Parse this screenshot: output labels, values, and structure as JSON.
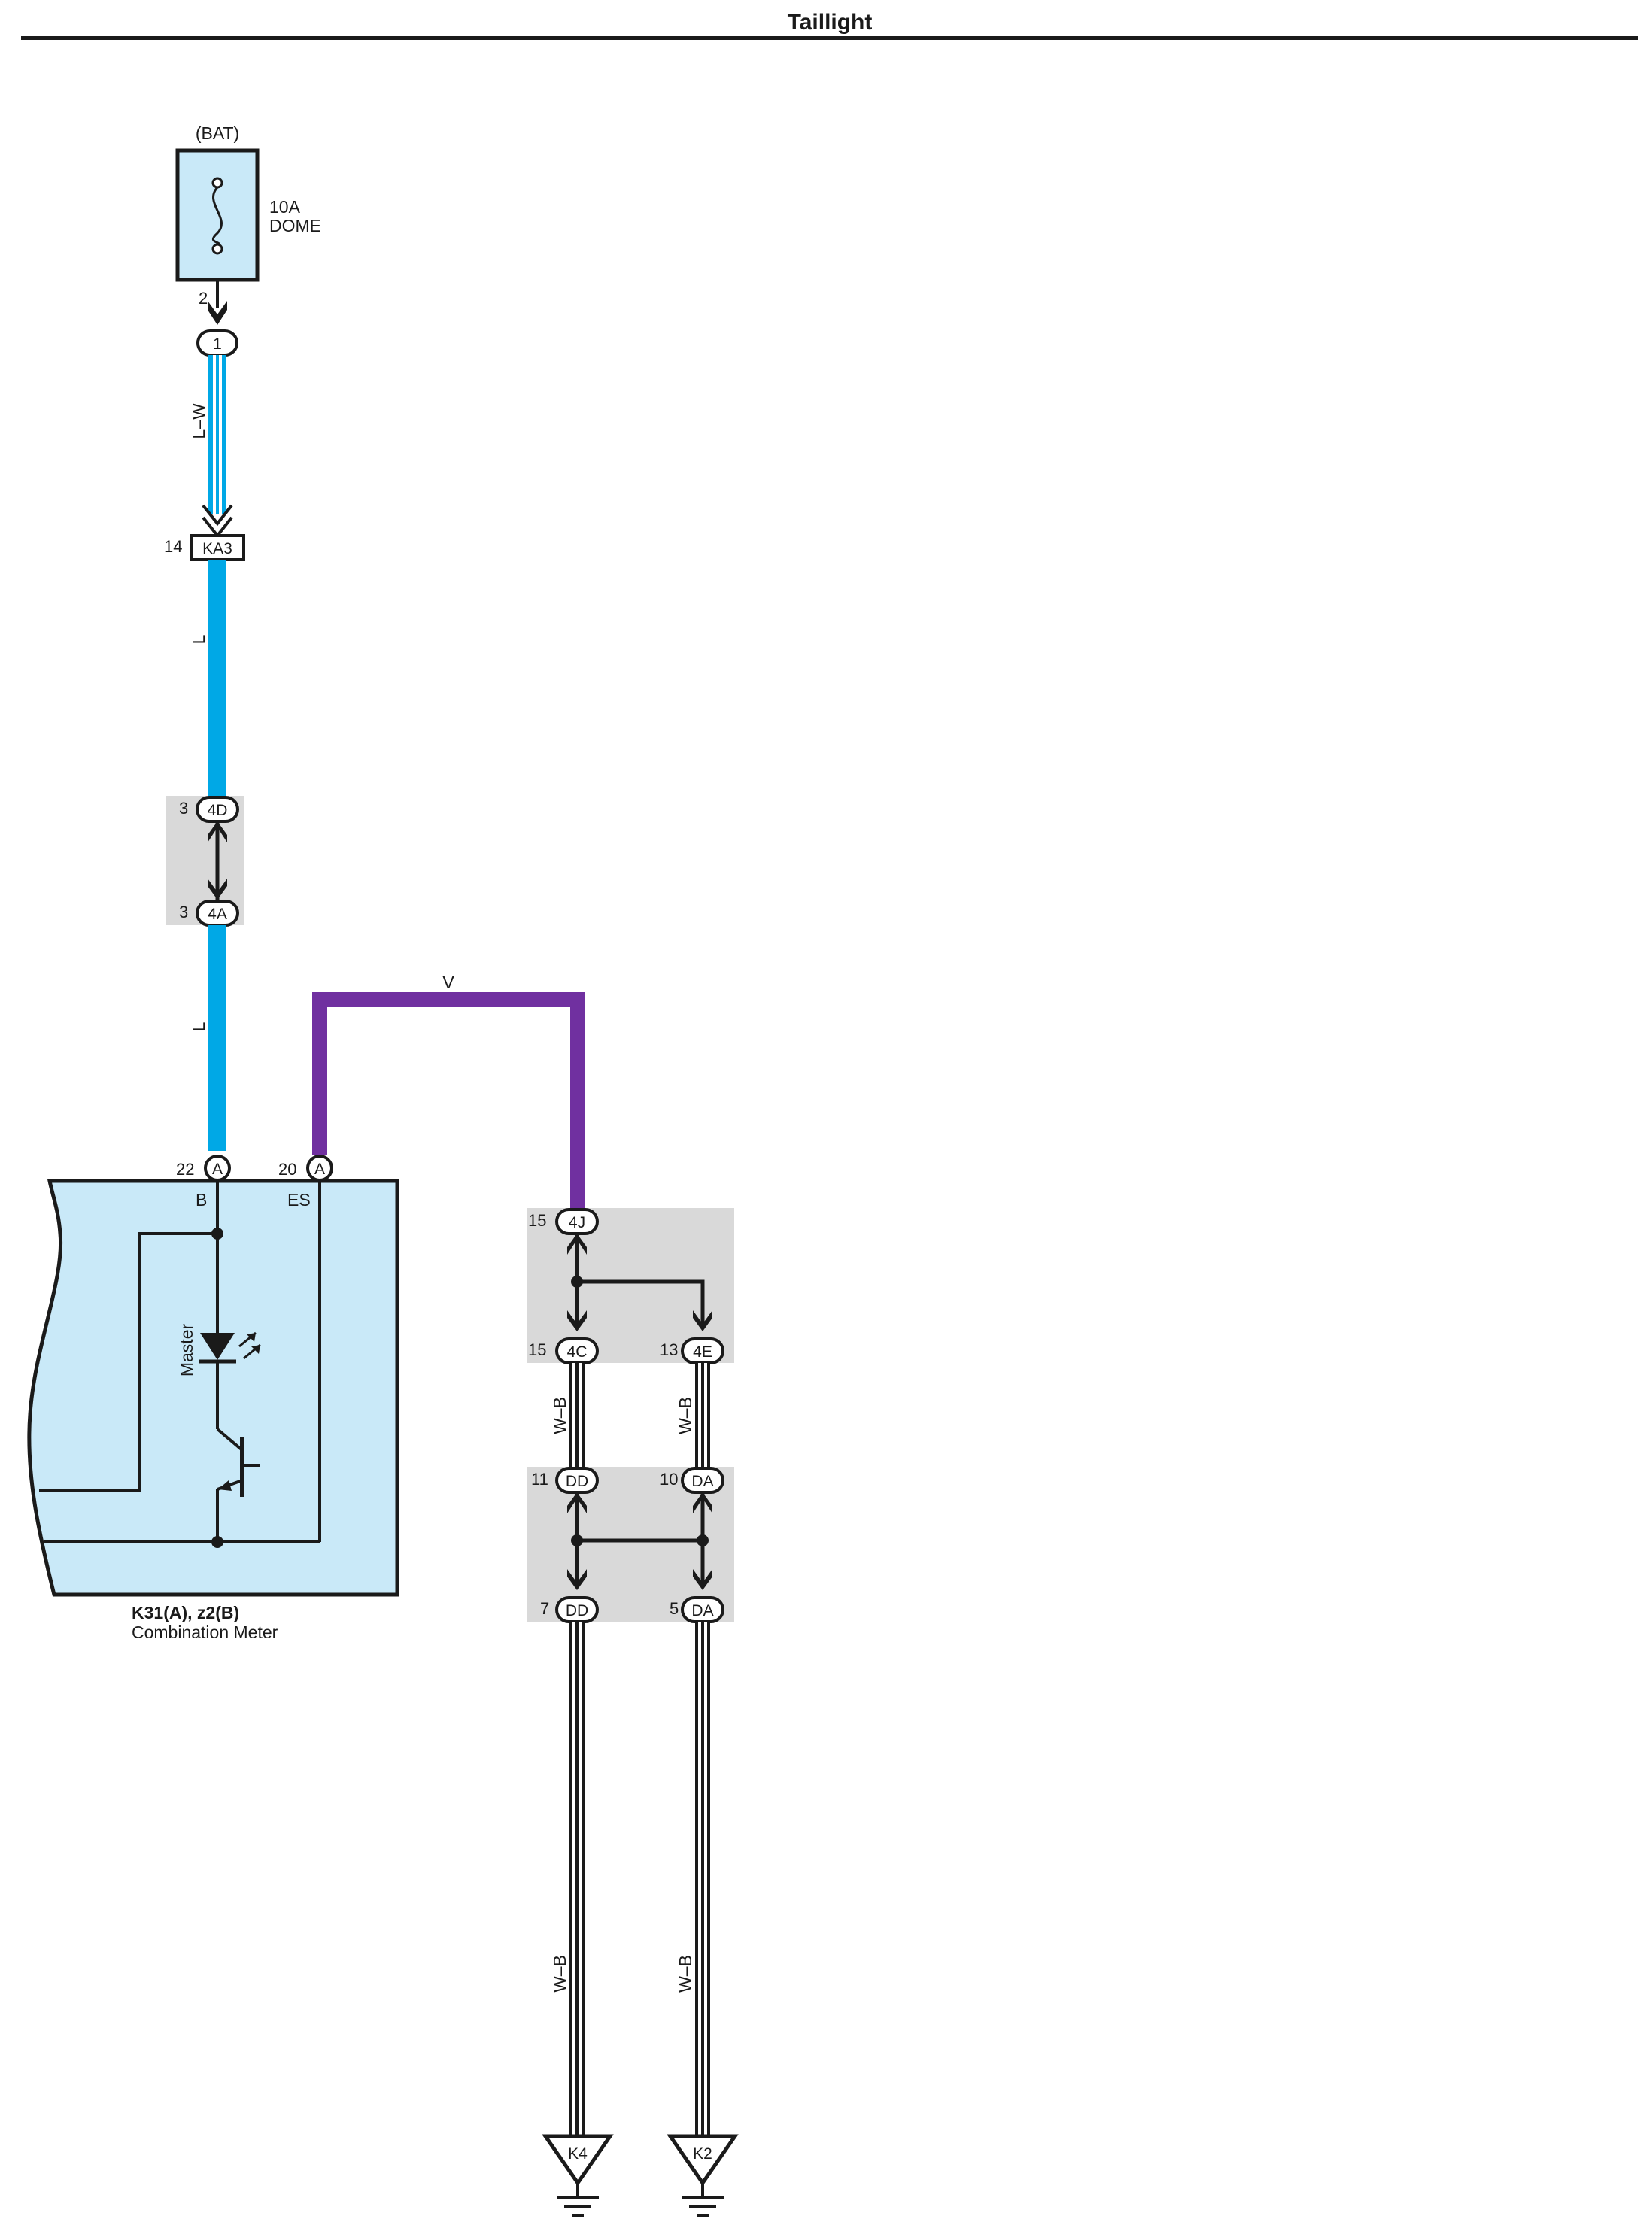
{
  "title": "Taillight",
  "colors": {
    "wire_blue": "#00a8e6",
    "wire_purple": "#7030a0",
    "component_fill": "#c9e9f8",
    "shaded_box": "#d9d9d9",
    "line": "#1a1a1a"
  },
  "fuse": {
    "source": "(BAT)",
    "rating": "10A",
    "name": "DOME",
    "pin": "2"
  },
  "connectors": {
    "c1": {
      "label": "1"
    },
    "ka3": {
      "pin": "14",
      "label": "KA3"
    },
    "c4d": {
      "pin": "3",
      "label": "4D"
    },
    "c4a": {
      "pin": "3",
      "label": "4A"
    },
    "c4j": {
      "pin": "15",
      "label": "4J"
    },
    "c4c": {
      "pin": "15",
      "label": "4C"
    },
    "c4e": {
      "pin": "13",
      "label": "4E"
    },
    "dd11": {
      "pin": "11",
      "label": "DD"
    },
    "da10": {
      "pin": "10",
      "label": "DA"
    },
    "dd7": {
      "pin": "7",
      "label": "DD"
    },
    "da5": {
      "pin": "5",
      "label": "DA"
    }
  },
  "wires": {
    "lw": "L–W",
    "l_upper": "L",
    "l_lower": "L",
    "v": "V",
    "wb_left_upper": "W–B",
    "wb_right_upper": "W–B",
    "wb_left_lower": "W–B",
    "wb_right_lower": "W–B"
  },
  "meter": {
    "pin_b_num": "22",
    "pin_b_conn": "A",
    "pin_b_name": "B",
    "pin_es_num": "20",
    "pin_es_conn": "A",
    "pin_es_name": "ES",
    "led_label": "Master",
    "code": "K31(A), z2(B)",
    "name": "Combination Meter"
  },
  "grounds": {
    "k4": "K4",
    "k2": "K2"
  }
}
